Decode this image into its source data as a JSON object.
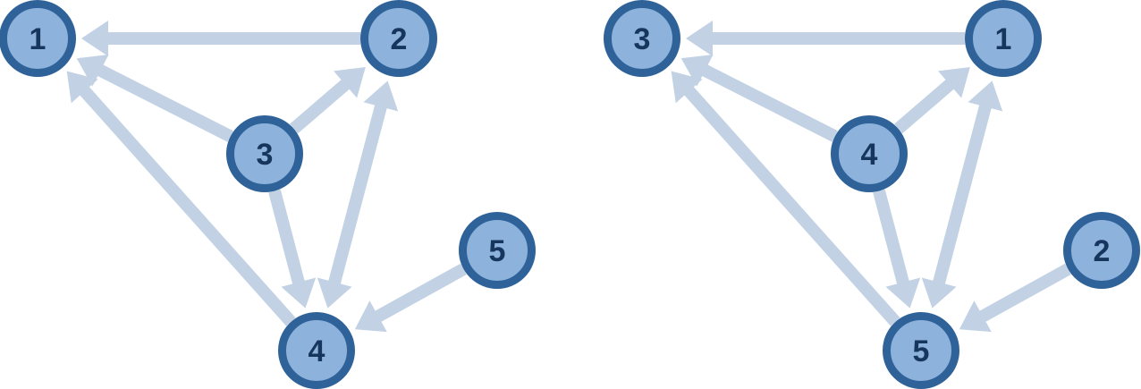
{
  "colors": {
    "edge": "#c2d2e4",
    "node_ring": "#2e6299",
    "node_fill": "#8db2dc",
    "label": "#17365d"
  },
  "graphs": [
    {
      "nodes": [
        {
          "id": "n1",
          "label": "1"
        },
        {
          "id": "n2",
          "label": "2"
        },
        {
          "id": "n3",
          "label": "3"
        },
        {
          "id": "n4",
          "label": "4"
        },
        {
          "id": "n5",
          "label": "5"
        }
      ],
      "edges": [
        {
          "from": "n2",
          "to": "n1",
          "bidirectional": false
        },
        {
          "from": "n3",
          "to": "n1",
          "bidirectional": false
        },
        {
          "from": "n4",
          "to": "n1",
          "bidirectional": false
        },
        {
          "from": "n3",
          "to": "n2",
          "bidirectional": false
        },
        {
          "from": "n2",
          "to": "n4",
          "bidirectional": true
        },
        {
          "from": "n3",
          "to": "n4",
          "bidirectional": false
        },
        {
          "from": "n5",
          "to": "n4",
          "bidirectional": false
        }
      ]
    },
    {
      "nodes": [
        {
          "id": "n3",
          "label": "3"
        },
        {
          "id": "n1",
          "label": "1"
        },
        {
          "id": "n4",
          "label": "4"
        },
        {
          "id": "n2",
          "label": "2"
        },
        {
          "id": "n5",
          "label": "5"
        }
      ],
      "edges": [
        {
          "from": "n1",
          "to": "n3",
          "bidirectional": false
        },
        {
          "from": "n4",
          "to": "n3",
          "bidirectional": false
        },
        {
          "from": "n5",
          "to": "n3",
          "bidirectional": false
        },
        {
          "from": "n4",
          "to": "n1",
          "bidirectional": false
        },
        {
          "from": "n1",
          "to": "n5",
          "bidirectional": true
        },
        {
          "from": "n4",
          "to": "n5",
          "bidirectional": false
        },
        {
          "from": "n2",
          "to": "n5",
          "bidirectional": false
        }
      ]
    }
  ]
}
